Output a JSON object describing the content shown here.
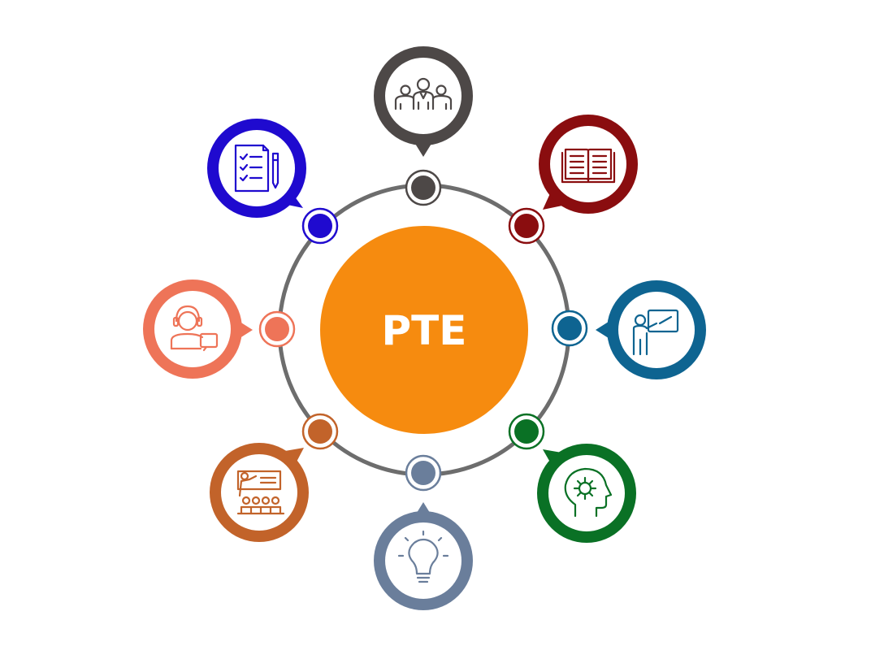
{
  "center": {
    "label": "PTE",
    "color": "#F68B0F"
  },
  "ring_color": "#6D6D6D",
  "nodes": [
    {
      "id": "team",
      "icon": "group-of-people-icon",
      "color": "#4D4847"
    },
    {
      "id": "reading",
      "icon": "open-book-icon",
      "color": "#8A0D0F"
    },
    {
      "id": "teaching",
      "icon": "teacher-at-board-icon",
      "color": "#0E6491"
    },
    {
      "id": "thinking",
      "icon": "head-with-gear-icon",
      "color": "#0A7125"
    },
    {
      "id": "ideas",
      "icon": "lightbulb-icon",
      "color": "#6A7E9B"
    },
    {
      "id": "presentation",
      "icon": "classroom-audience-icon",
      "color": "#C2632A"
    },
    {
      "id": "support",
      "icon": "headset-support-icon",
      "color": "#EE7458"
    },
    {
      "id": "checklist",
      "icon": "checklist-pencil-icon",
      "color": "#1F0ACF"
    }
  ]
}
